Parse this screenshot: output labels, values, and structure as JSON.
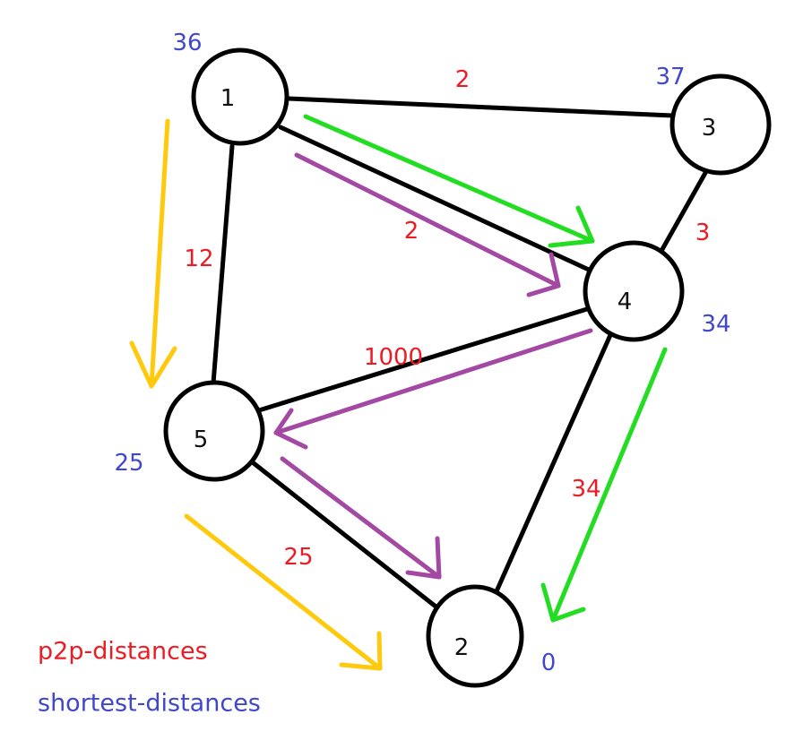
{
  "colors": {
    "edge": "#000000",
    "p2p_distance": "#ed1c24",
    "shortest_distance": "#3f48cc",
    "path_green": "#22dd22",
    "path_purple": "#a349a4",
    "path_yellow": "#ffc90e"
  },
  "nodes": [
    {
      "id": "1",
      "label": "1",
      "shortest_distance": "36"
    },
    {
      "id": "2",
      "label": "2",
      "shortest_distance": "0"
    },
    {
      "id": "3",
      "label": "3",
      "shortest_distance": "37"
    },
    {
      "id": "4",
      "label": "4",
      "shortest_distance": "34"
    },
    {
      "id": "5",
      "label": "5",
      "shortest_distance": "25"
    }
  ],
  "edges": [
    {
      "from": "1",
      "to": "3",
      "weight": "2"
    },
    {
      "from": "1",
      "to": "4",
      "weight": "2"
    },
    {
      "from": "1",
      "to": "5",
      "weight": "12"
    },
    {
      "from": "3",
      "to": "4",
      "weight": "3"
    },
    {
      "from": "4",
      "to": "5",
      "weight": "1000"
    },
    {
      "from": "4",
      "to": "2",
      "weight": "34"
    },
    {
      "from": "5",
      "to": "2",
      "weight": "25"
    }
  ],
  "paths": [
    {
      "name": "green",
      "sequence": [
        "1",
        "4",
        "2"
      ]
    },
    {
      "name": "purple",
      "sequence": [
        "1",
        "4",
        "5",
        "2"
      ]
    },
    {
      "name": "yellow",
      "sequence": [
        "1",
        "5",
        "2"
      ]
    }
  ],
  "legend": [
    {
      "label": "p2p-distances",
      "color_key": "p2p_distance"
    },
    {
      "label": "shortest-distances",
      "color_key": "shortest_distance"
    }
  ]
}
